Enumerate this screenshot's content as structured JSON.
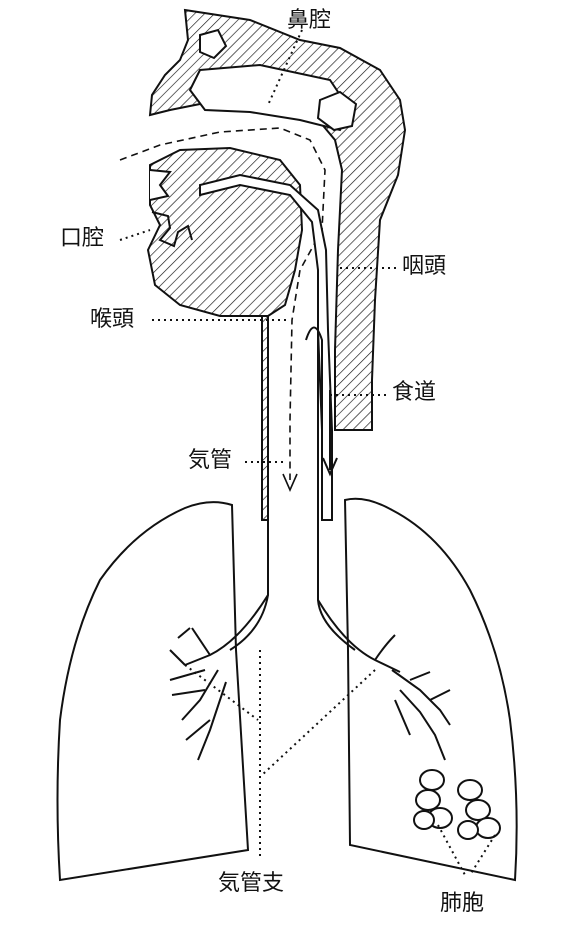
{
  "labels": {
    "nasal_cavity": "鼻腔",
    "oral_cavity": "口腔",
    "pharynx": "咽頭",
    "larynx": "喉頭",
    "esophagus": "食道",
    "trachea": "気管",
    "bronchi": "気管支",
    "alveoli": "肺胞"
  },
  "colors": {
    "line": "#111111",
    "background": "#ffffff"
  }
}
